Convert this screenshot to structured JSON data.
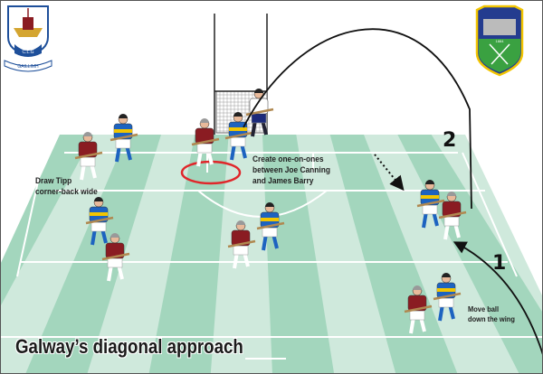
{
  "title": "Galway’s diagonal approach",
  "annotations": {
    "draw_tipp": [
      "Draw Tipp",
      "corner-back wide"
    ],
    "one_on_ones": [
      "Create one-on-ones",
      "between Joe Canning",
      "and James Barry"
    ],
    "move_ball": [
      "Move ball",
      "down the wing"
    ]
  },
  "step_numbers": {
    "first": "1",
    "second": "2"
  },
  "logos": {
    "galway": {
      "text_clg": "C.L.G",
      "text_name": "GAILLIMH"
    },
    "tipperary": {
      "year": "1884"
    }
  },
  "colors": {
    "galway_maroon": "#8a1c22",
    "tipp_blue": "#1d63c0",
    "tipp_yellow": "#f2c500",
    "pitch_light": "#cfe9dc",
    "pitch_dark": "#a3d6bd",
    "highlight_ring": "#e0262a"
  }
}
